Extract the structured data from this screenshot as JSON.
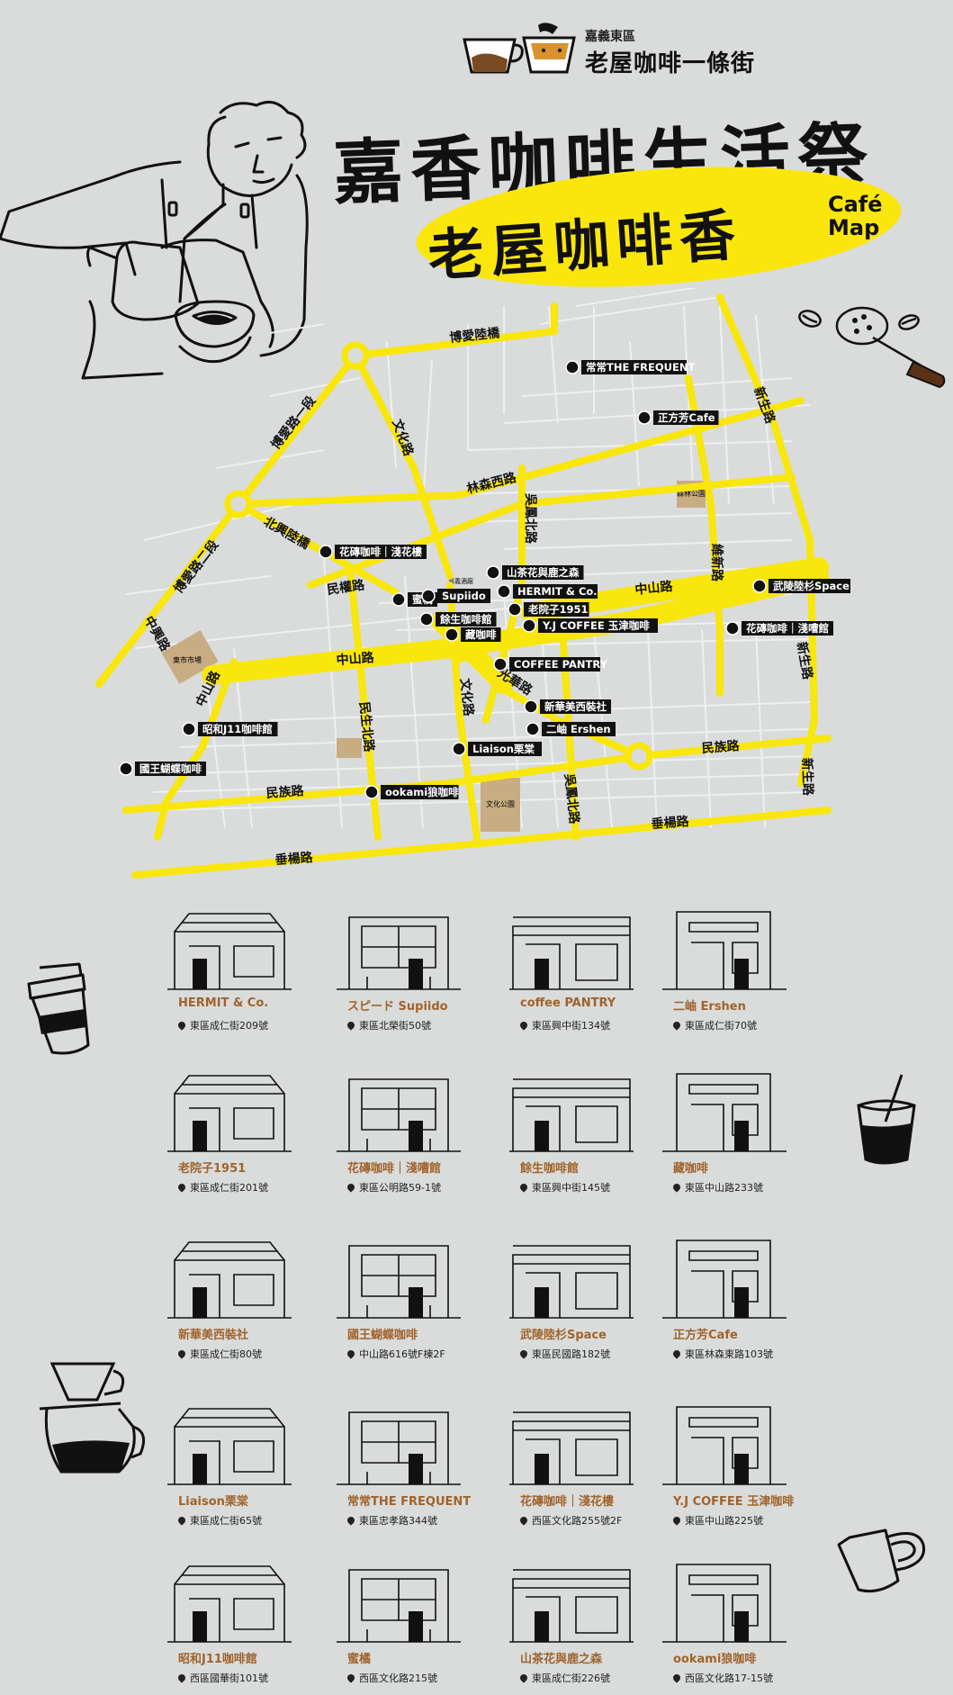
{
  "brand": {
    "district": "嘉義東區",
    "name": "老屋咖啡一條街"
  },
  "title": "嘉香咖啡生活祭",
  "subtitle": "老屋咖啡香",
  "cafe_map": {
    "line1": "Café",
    "line2": "Map"
  },
  "map": {
    "streets": {
      "boai_road": "博愛陸橋",
      "boai_1": "博愛路一段",
      "boai_2": "博愛路二段",
      "wenhua_n": "文化路",
      "wenhua_s": "文化路",
      "linsen_w": "林森西路",
      "wufeng_n": "吳鳳北路",
      "wufeng_n2": "吳鳳北路",
      "beixing": "北興陸橋",
      "minquan": "民權路",
      "zhongxing": "中興路",
      "zhongshan_w": "中山路",
      "zhongshan_e": "中山路",
      "zhongshan_sw": "中山路",
      "weixin": "維新路",
      "xinsheng_n": "新生路",
      "xinsheng_m": "新生路",
      "xinsheng_s": "新生路",
      "guanghua": "光華路",
      "minsheng_n": "民生北路",
      "minzu_w": "民族路",
      "minzu_e": "民族路",
      "chuiyang_w": "垂楊路",
      "chuiyang_e": "垂楊路"
    },
    "places": {
      "market": "東市市場",
      "park_n": "森林公園",
      "park_s": "文化公園",
      "sign": "嘉義酒廠"
    },
    "shops": [
      "常常THE FREQUENT",
      "正方芳Cafe",
      "花磚咖啡｜淺花樓",
      "山茶花與鹿之森",
      "蜜橘",
      "Supiido",
      "HERMIT & Co.",
      "武陵陸杉Space",
      "餘生咖啡館",
      "老院子1951",
      "Y.J COFFEE 玉津咖啡",
      "花磚咖啡｜淺嘈館",
      "藏咖啡",
      "COFFEE PANTRY",
      "新華美西裝社",
      "二岫 Ershen",
      "昭和J11咖啡館",
      "國王蝴蝶咖啡",
      "Liaison栗棠",
      "ookami狼咖啡"
    ]
  },
  "cards": [
    {
      "name": "HERMIT & Co.",
      "addr": "東區成仁街209號"
    },
    {
      "name": "スピード Supiido",
      "addr": "東區北榮街50號"
    },
    {
      "name": "coffee PANTRY",
      "addr": "東區興中街134號"
    },
    {
      "name": "二岫 Ershen",
      "addr": "東區成仁街70號"
    },
    {
      "name": "老院子1951",
      "addr": "東區成仁街201號"
    },
    {
      "name": "花磚咖啡｜淺嘈館",
      "addr": "東區公明路59-1號"
    },
    {
      "name": "餘生咖啡館",
      "addr": "東區興中街145號"
    },
    {
      "name": "藏咖啡",
      "addr": "東區中山路233號"
    },
    {
      "name": "新華美西裝社",
      "addr": "東區成仁街80號"
    },
    {
      "name": "國王蝴蝶咖啡",
      "addr": "中山路616號F棟2F"
    },
    {
      "name": "武陵陸杉Space",
      "addr": "東區民國路182號"
    },
    {
      "name": "正方芳Cafe",
      "addr": "東區林森東路103號"
    },
    {
      "name": "Liaison栗棠",
      "addr": "東區成仁街65號"
    },
    {
      "name": "常常THE FREQUENT",
      "addr": "東區忠孝路344號"
    },
    {
      "name": "花磚咖啡｜淺花樓",
      "addr": "西區文化路255號2F"
    },
    {
      "name": "Y.J COFFEE 玉津咖啡",
      "addr": "東區中山路225號"
    },
    {
      "name": "昭和J11咖啡館",
      "addr": "西區國華街101號"
    },
    {
      "name": "蜜橘",
      "addr": "西區文化路215號"
    },
    {
      "name": "山茶花與鹿之森",
      "addr": "東區成仁街226號"
    },
    {
      "name": "ookami狼咖啡",
      "addr": "西區文化路17-15號"
    }
  ],
  "colors": {
    "background": "#d9dcdb",
    "road": "#f9e60a",
    "accent": "#a0632b",
    "ink": "#111111"
  }
}
